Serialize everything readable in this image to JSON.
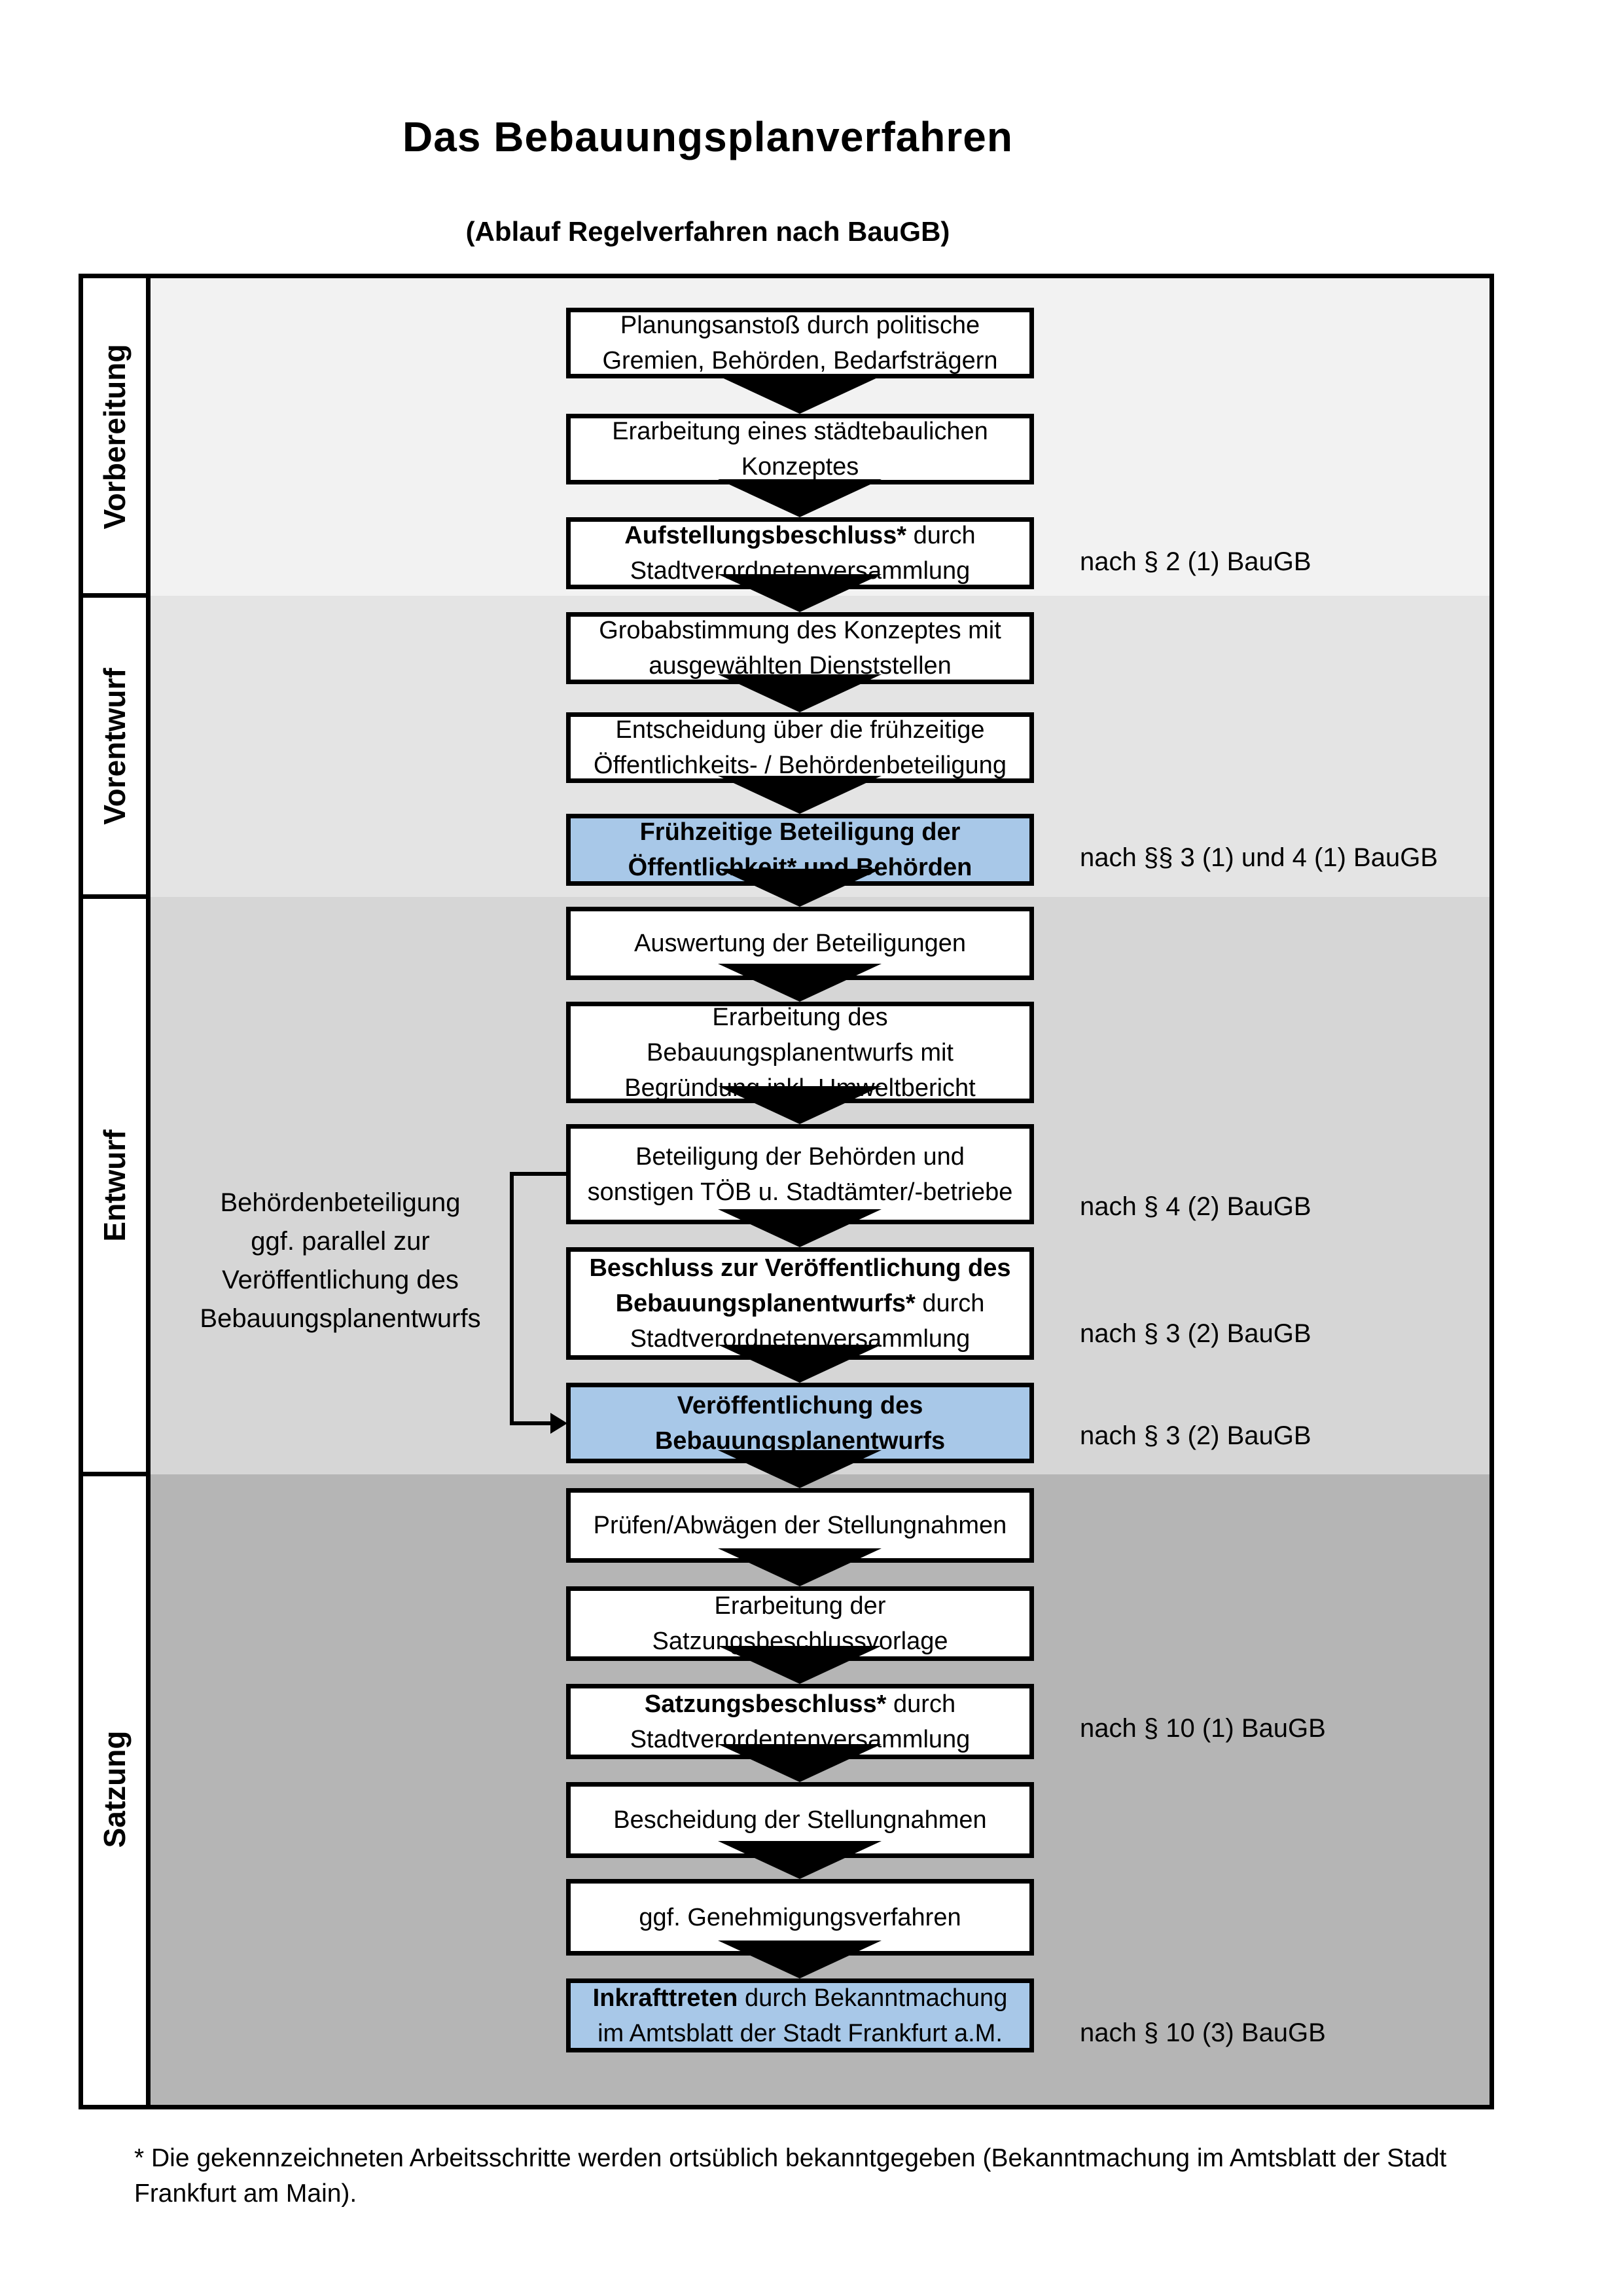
{
  "title": "Das Bebauungsplanverfahren",
  "subtitle": "(Ablauf Regelverfahren nach BauGB)",
  "phases": [
    {
      "label": "Vorbereitung"
    },
    {
      "label": "Vorentwurf"
    },
    {
      "label": "Entwurf"
    },
    {
      "label": "Satzung"
    }
  ],
  "steps": [
    {
      "highlight": false,
      "lines": [
        {
          "n": "Planungsanstoß durch politische"
        },
        {
          "n": "Gremien, Behörden, Bedarfsträgern"
        }
      ]
    },
    {
      "highlight": false,
      "lines": [
        {
          "n": "Erarbeitung eines städtebaulichen"
        },
        {
          "n": "Konzeptes"
        }
      ]
    },
    {
      "highlight": false,
      "lines": [
        {
          "b": "Aufstellungsbeschluss*",
          "n": " durch"
        },
        {
          "n": "Stadtverordnetenversammlung"
        }
      ]
    },
    {
      "highlight": false,
      "lines": [
        {
          "n": "Grobabstimmung des Konzeptes mit"
        },
        {
          "n": "ausgewählten Dienststellen"
        }
      ]
    },
    {
      "highlight": false,
      "lines": [
        {
          "n": "Entscheidung über die frühzeitige"
        },
        {
          "n": "Öffentlichkeits- / Behördenbeteiligung"
        }
      ]
    },
    {
      "highlight": true,
      "lines": [
        {
          "b": "Frühzeitige Beteiligung der"
        },
        {
          "b": "Öffentlichkeit* und Behörden"
        }
      ]
    },
    {
      "highlight": false,
      "lines": [
        {
          "n": "Auswertung der Beteiligungen"
        }
      ]
    },
    {
      "highlight": false,
      "lines": [
        {
          "n": "Erarbeitung des"
        },
        {
          "n": "Bebauungsplanentwurfs mit"
        },
        {
          "n": "Begründung inkl. Umweltbericht"
        }
      ]
    },
    {
      "highlight": false,
      "lines": [
        {
          "n": "Beteiligung der Behörden und"
        },
        {
          "n": "sonstigen TÖB u. Stadtämter/-betriebe"
        }
      ]
    },
    {
      "highlight": false,
      "lines": [
        {
          "b": "Beschluss zur Veröffentlichung des"
        },
        {
          "b": "Bebauungsplanentwurfs*",
          "n": " durch"
        },
        {
          "n": "Stadtverordnetenversammlung"
        }
      ]
    },
    {
      "highlight": true,
      "lines": [
        {
          "b": "Veröffentlichung des"
        },
        {
          "b": "Bebauungsplanentwurfs"
        }
      ]
    },
    {
      "highlight": false,
      "lines": [
        {
          "n": "Prüfen/Abwägen der Stellungnahmen"
        }
      ]
    },
    {
      "highlight": false,
      "lines": [
        {
          "n": "Erarbeitung der"
        },
        {
          "n": "Satzungsbeschlussvorlage"
        }
      ]
    },
    {
      "highlight": false,
      "lines": [
        {
          "b": "Satzungsbeschluss*",
          "n": " durch"
        },
        {
          "n": "Stadtverordentenversammlung"
        }
      ]
    },
    {
      "highlight": false,
      "lines": [
        {
          "n": "Bescheidung der Stellungnahmen"
        }
      ]
    },
    {
      "highlight": false,
      "lines": [
        {
          "n": "ggf. Genehmigungsverfahren"
        }
      ]
    },
    {
      "highlight": true,
      "lines": [
        {
          "b": "Inkrafttreten",
          "n": " durch Bekanntmachung"
        },
        {
          "n": "im Amtsblatt der Stadt Frankfurt a.M."
        }
      ]
    }
  ],
  "refs": [
    {
      "text": "nach § 2 (1) BauGB"
    },
    {
      "text": "nach §§ 3 (1) und 4 (1) BauGB"
    },
    {
      "text": "nach § 4 (2) BauGB"
    },
    {
      "text": "nach § 3 (2) BauGB"
    },
    {
      "text": "nach § 3 (2) BauGB"
    },
    {
      "text": "nach § 10 (1) BauGB"
    },
    {
      "text": "nach § 10 (3) BauGB"
    }
  ],
  "annotation": {
    "lines": [
      "Behördenbeteiligung",
      "ggf. parallel zur",
      "Veröffentlichung des",
      "Bebauungsplanentwurfs"
    ]
  },
  "footnote": {
    "line1": "* Die gekennzeichneten Arbeitsschritte werden ortsüblich bekanntgegeben (Bekanntmachung im Amtsblatt  der Stadt",
    "line2": "Frankfurt am Main)."
  },
  "colors": {
    "highlight_blue": "#a8c8e8",
    "phase_backgrounds": [
      "#f2f2f2",
      "#e4e4e4",
      "#d6d6d6",
      "#b5b5b5"
    ],
    "line_black": "#000000"
  }
}
